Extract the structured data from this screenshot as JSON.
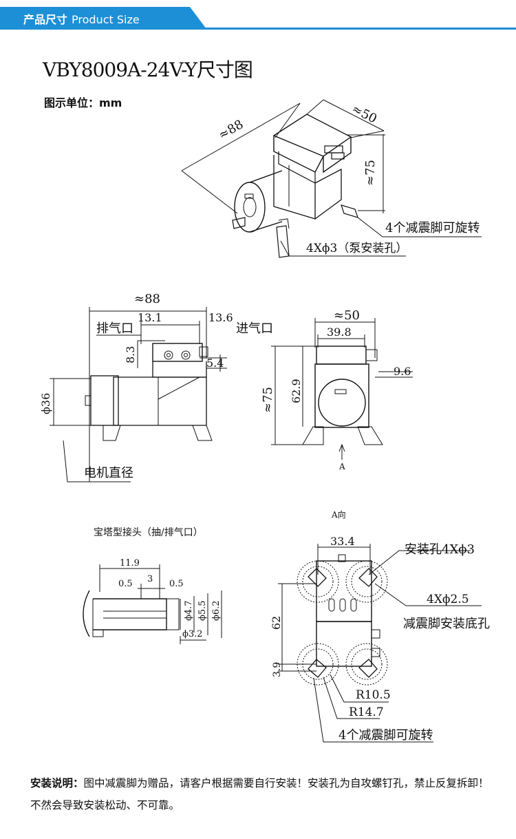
{
  "header": {
    "cn": "产品尺寸",
    "en": "Product Size"
  },
  "model_title": "VBY8009A-24V-Y尺寸图",
  "unit_label": "图示单位：mm",
  "iso_view": {
    "length": "≈88",
    "width": "≈50",
    "height": "≈75",
    "feet_label": "4个减震脚可旋转",
    "mount_label": "4Xϕ3（泵安装孔）"
  },
  "side_view": {
    "length": "≈88",
    "d1": "13.1",
    "d2": "13.6",
    "d3": "8.3",
    "d4": "5.4",
    "exhaust": "排气口",
    "intake": "进气口",
    "motor_dia": "ϕ36",
    "motor_label": "电机直径"
  },
  "front_view": {
    "width": "≈50",
    "inner_width": "39.8",
    "height": "≈75",
    "inner_height": "62.9",
    "port_offset": "9.6",
    "arrow_label": "A"
  },
  "barb_view": {
    "caption": "宝塔型接头（抽/排气口）",
    "len": "11.9",
    "g1": "0.5",
    "g2": "3",
    "g3": "0.5",
    "d1": "ϕ4.7",
    "d2": "ϕ5.5",
    "d3": "ϕ6.2",
    "d4": "ϕ3.2"
  },
  "bottom_view": {
    "caption": "A向",
    "width": "33.4",
    "holes": "安装孔4Xϕ3",
    "foot_holes": "4Xϕ2.5",
    "foot_holes_label": "减震脚安装底孔",
    "height": "62",
    "offset": "3.9",
    "r1": "R10.5",
    "r2": "R14.7",
    "feet": "4个减震脚可旋转"
  },
  "install_note": {
    "label": "安装说明：",
    "text": "图中减震脚为赠品，请客户根据需要自行安装！安装孔为自攻螺钉孔，禁止反复拆卸！不然会导致安装松动、不可靠。"
  }
}
